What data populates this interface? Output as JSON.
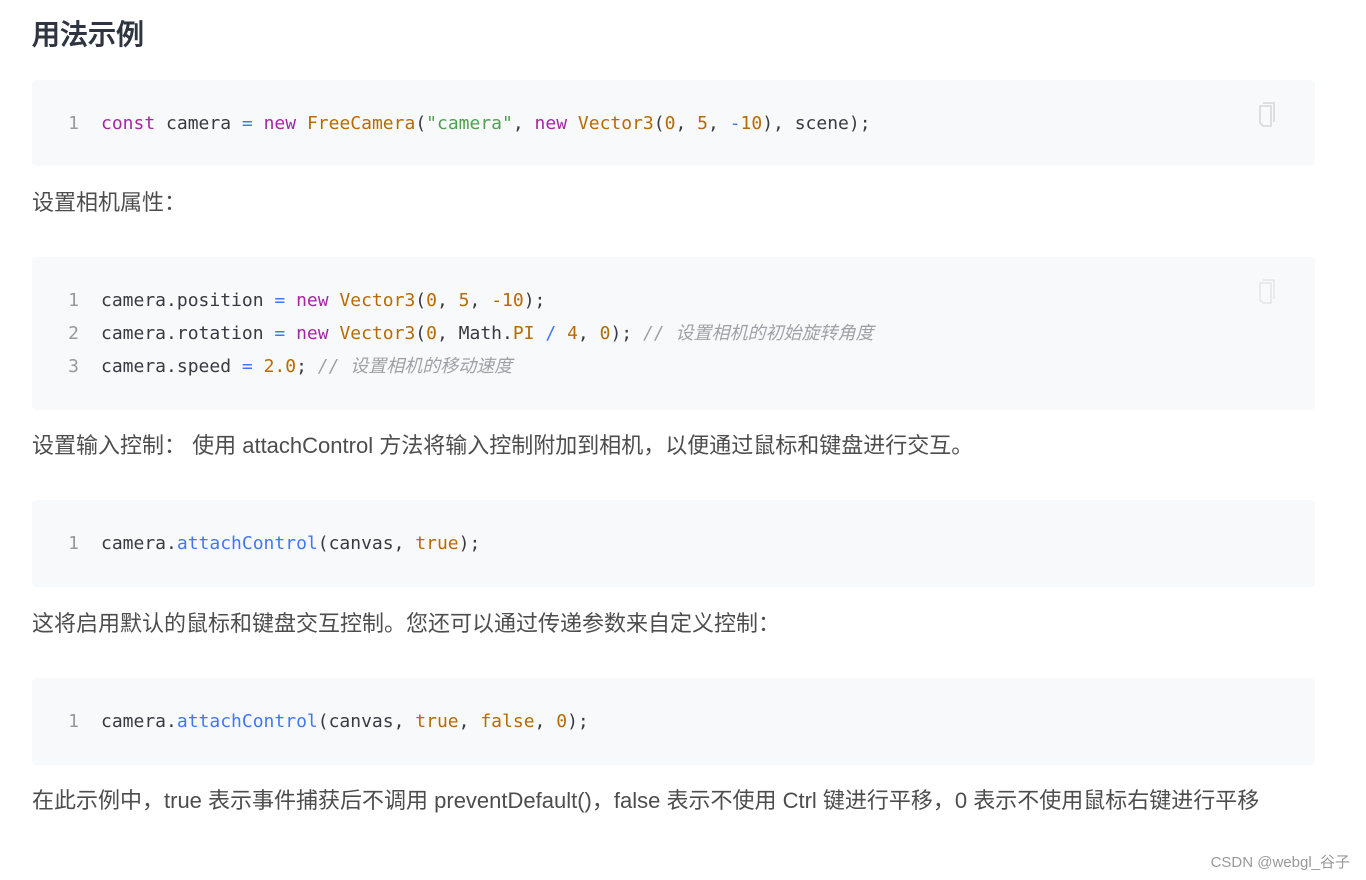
{
  "heading": "用法示例",
  "code_blocks": [
    {
      "lines": [
        [
          {
            "t": "kw",
            "v": "const"
          },
          {
            "t": "plain",
            "v": " camera "
          },
          {
            "t": "op",
            "v": "="
          },
          {
            "t": "plain",
            "v": " "
          },
          {
            "t": "kw",
            "v": "new"
          },
          {
            "t": "plain",
            "v": " "
          },
          {
            "t": "type",
            "v": "FreeCamera"
          },
          {
            "t": "plain",
            "v": "("
          },
          {
            "t": "str",
            "v": "\"camera\""
          },
          {
            "t": "plain",
            "v": ", "
          },
          {
            "t": "kw",
            "v": "new"
          },
          {
            "t": "plain",
            "v": " "
          },
          {
            "t": "type",
            "v": "Vector3"
          },
          {
            "t": "plain",
            "v": "("
          },
          {
            "t": "num",
            "v": "0"
          },
          {
            "t": "plain",
            "v": ", "
          },
          {
            "t": "num",
            "v": "5"
          },
          {
            "t": "plain",
            "v": ", "
          },
          {
            "t": "op",
            "v": "-"
          },
          {
            "t": "num",
            "v": "10"
          },
          {
            "t": "plain",
            "v": "), scene);"
          }
        ]
      ],
      "copy_icon": "copy-icon"
    },
    {
      "lines": [
        [
          {
            "t": "plain",
            "v": "camera.position "
          },
          {
            "t": "op",
            "v": "="
          },
          {
            "t": "plain",
            "v": " "
          },
          {
            "t": "kw",
            "v": "new"
          },
          {
            "t": "plain",
            "v": " "
          },
          {
            "t": "type",
            "v": "Vector3"
          },
          {
            "t": "plain",
            "v": "("
          },
          {
            "t": "num",
            "v": "0"
          },
          {
            "t": "plain",
            "v": ", "
          },
          {
            "t": "num",
            "v": "5"
          },
          {
            "t": "plain",
            "v": ", "
          },
          {
            "t": "num",
            "v": "-10"
          },
          {
            "t": "plain",
            "v": ");"
          }
        ],
        [
          {
            "t": "plain",
            "v": "camera.rotation "
          },
          {
            "t": "op",
            "v": "="
          },
          {
            "t": "plain",
            "v": " "
          },
          {
            "t": "kw",
            "v": "new"
          },
          {
            "t": "plain",
            "v": " "
          },
          {
            "t": "type",
            "v": "Vector3"
          },
          {
            "t": "plain",
            "v": "("
          },
          {
            "t": "num",
            "v": "0"
          },
          {
            "t": "plain",
            "v": ", Math."
          },
          {
            "t": "type",
            "v": "PI"
          },
          {
            "t": "plain",
            "v": " "
          },
          {
            "t": "op",
            "v": "/"
          },
          {
            "t": "plain",
            "v": " "
          },
          {
            "t": "num",
            "v": "4"
          },
          {
            "t": "plain",
            "v": ", "
          },
          {
            "t": "num",
            "v": "0"
          },
          {
            "t": "plain",
            "v": "); "
          },
          {
            "t": "cm",
            "v": "// 设置相机的初始旋转角度"
          }
        ],
        [
          {
            "t": "plain",
            "v": "camera.speed "
          },
          {
            "t": "op",
            "v": "="
          },
          {
            "t": "plain",
            "v": " "
          },
          {
            "t": "num",
            "v": "2.0"
          },
          {
            "t": "plain",
            "v": "; "
          },
          {
            "t": "cm",
            "v": "// 设置相机的移动速度"
          }
        ]
      ],
      "copy_icon": "copy-icon"
    },
    {
      "lines": [
        [
          {
            "t": "plain",
            "v": "camera."
          },
          {
            "t": "fn",
            "v": "attachControl"
          },
          {
            "t": "plain",
            "v": "(canvas, "
          },
          {
            "t": "num",
            "v": "true"
          },
          {
            "t": "plain",
            "v": ");"
          }
        ]
      ]
    },
    {
      "lines": [
        [
          {
            "t": "plain",
            "v": "camera."
          },
          {
            "t": "fn",
            "v": "attachControl"
          },
          {
            "t": "plain",
            "v": "(canvas, "
          },
          {
            "t": "num",
            "v": "true"
          },
          {
            "t": "plain",
            "v": ", "
          },
          {
            "t": "num",
            "v": "false"
          },
          {
            "t": "plain",
            "v": ", "
          },
          {
            "t": "num",
            "v": "0"
          },
          {
            "t": "plain",
            "v": ");"
          }
        ]
      ]
    }
  ],
  "paragraphs": {
    "p1": "设置相机属性：",
    "p2": "设置输入控制： 使用 attachControl 方法将输入控制附加到相机，以便通过鼠标和键盘进行交互。",
    "p3": "这将启用默认的鼠标和键盘交互控制。您还可以通过传递参数来自定义控制：",
    "p4": "在此示例中，true 表示事件捕获后不调用 preventDefault()，false 表示不使用 Ctrl 键进行平移，0 表示不使用鼠标右键进行平移"
  },
  "watermark": "CSDN @webgl_谷子",
  "colors": {
    "code_bg": "#f8f9fb",
    "keyword": "#a626a4",
    "type": "#b76b01",
    "string": "#50a14f",
    "operator": "#4078f2",
    "comment": "#a0a1a7",
    "text": "#4d4d4d",
    "heading": "#2f3540"
  }
}
